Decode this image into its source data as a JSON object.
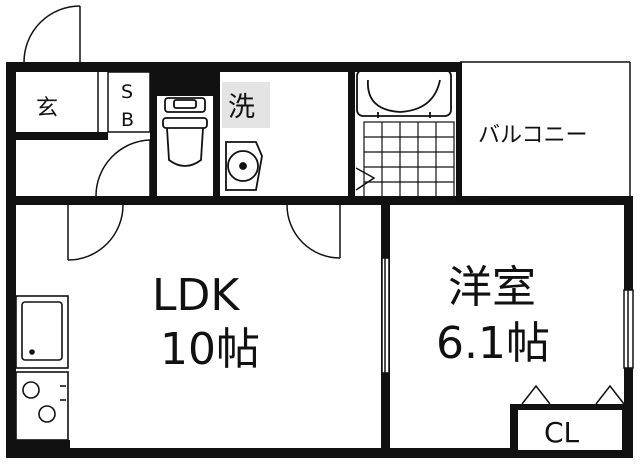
{
  "floorplan": {
    "rooms": {
      "entrance": {
        "label": "玄"
      },
      "shoe_box": {
        "label_top": "S",
        "label_bottom": "B"
      },
      "washroom": {
        "label": "洗"
      },
      "balcony": {
        "label": "バルコニー"
      },
      "ldk": {
        "name": "LDK",
        "size": "10帖"
      },
      "western": {
        "name": "洋室",
        "size": "6.1帖"
      },
      "closet": {
        "label": "CL"
      }
    },
    "colors": {
      "wall": "#111111",
      "background": "#ffffff",
      "label_box": "#e4e4e4"
    }
  }
}
